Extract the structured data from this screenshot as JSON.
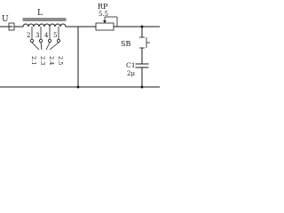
{
  "inductor": {
    "label": "L",
    "taps": [
      "2",
      "3",
      "4",
      "5"
    ],
    "tap_values": [
      "2.1",
      "2.3",
      "2.4",
      "2.5"
    ]
  },
  "left_terminal": {
    "label": "U"
  },
  "potentiometer": {
    "label": "RP",
    "value": "5.5"
  },
  "switch": {
    "label": "SB"
  },
  "capacitor": {
    "label": "C1",
    "value": "2μ"
  }
}
